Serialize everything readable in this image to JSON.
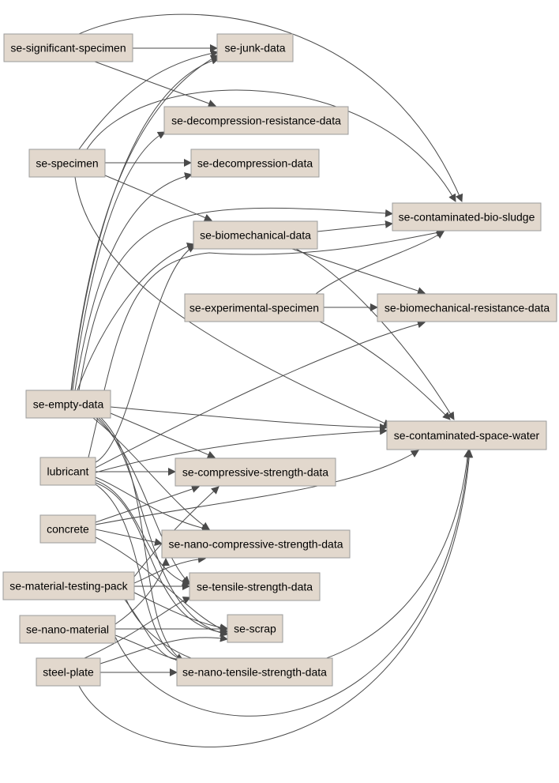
{
  "colors": {
    "node_fill": "#e2d8cd",
    "node_border": "#9b9b9b",
    "edge": "#4a4a4a",
    "background": "#ffffff"
  },
  "nodes": [
    {
      "id": "sig",
      "label": "se-significant-specimen"
    },
    {
      "id": "junk",
      "label": "se-junk-data"
    },
    {
      "id": "decres",
      "label": "se-decompression-resistance-data"
    },
    {
      "id": "spec",
      "label": "se-specimen"
    },
    {
      "id": "dec",
      "label": "se-decompression-data"
    },
    {
      "id": "bio",
      "label": "se-biomechanical-data"
    },
    {
      "id": "sludge",
      "label": "se-contaminated-bio-sludge"
    },
    {
      "id": "exp",
      "label": "se-experimental-specimen"
    },
    {
      "id": "biores",
      "label": "se-biomechanical-resistance-data"
    },
    {
      "id": "empty",
      "label": "se-empty-data"
    },
    {
      "id": "water",
      "label": "se-contaminated-space-water"
    },
    {
      "id": "lub",
      "label": "lubricant"
    },
    {
      "id": "comp",
      "label": "se-compressive-strength-data"
    },
    {
      "id": "conc",
      "label": "concrete"
    },
    {
      "id": "nanocomp",
      "label": "se-nano-compressive-strength-data"
    },
    {
      "id": "pack",
      "label": "se-material-testing-pack"
    },
    {
      "id": "tens",
      "label": "se-tensile-strength-data"
    },
    {
      "id": "nanomat",
      "label": "se-nano-material"
    },
    {
      "id": "scrap",
      "label": "se-scrap"
    },
    {
      "id": "steel",
      "label": "steel-plate"
    },
    {
      "id": "nanotens",
      "label": "se-nano-tensile-strength-data"
    }
  ],
  "edges": [
    {
      "from": "sig",
      "to": "junk"
    },
    {
      "from": "sig",
      "to": "decres"
    },
    {
      "from": "sig",
      "to": "sludge"
    },
    {
      "from": "spec",
      "to": "junk"
    },
    {
      "from": "spec",
      "to": "dec"
    },
    {
      "from": "spec",
      "to": "bio"
    },
    {
      "from": "spec",
      "to": "sludge"
    },
    {
      "from": "spec",
      "to": "water"
    },
    {
      "from": "bio",
      "to": "sludge"
    },
    {
      "from": "bio",
      "to": "biores"
    },
    {
      "from": "bio",
      "to": "water"
    },
    {
      "from": "exp",
      "to": "sludge"
    },
    {
      "from": "exp",
      "to": "biores"
    },
    {
      "from": "exp",
      "to": "water"
    },
    {
      "from": "empty",
      "to": "junk"
    },
    {
      "from": "empty",
      "to": "decres"
    },
    {
      "from": "empty",
      "to": "dec"
    },
    {
      "from": "empty",
      "to": "bio"
    },
    {
      "from": "empty",
      "to": "sludge"
    },
    {
      "from": "empty",
      "to": "water"
    },
    {
      "from": "empty",
      "to": "comp"
    },
    {
      "from": "empty",
      "to": "nanocomp"
    },
    {
      "from": "empty",
      "to": "tens"
    },
    {
      "from": "empty",
      "to": "scrap"
    },
    {
      "from": "empty",
      "to": "nanotens"
    },
    {
      "from": "empty",
      "to": "junk"
    },
    {
      "from": "lub",
      "to": "bio"
    },
    {
      "from": "lub",
      "to": "biores"
    },
    {
      "from": "lub",
      "to": "water"
    },
    {
      "from": "lub",
      "to": "comp"
    },
    {
      "from": "lub",
      "to": "nanocomp"
    },
    {
      "from": "lub",
      "to": "tens"
    },
    {
      "from": "lub",
      "to": "scrap"
    },
    {
      "from": "lub",
      "to": "nanotens"
    },
    {
      "from": "lub",
      "to": "sludge"
    },
    {
      "from": "conc",
      "to": "comp"
    },
    {
      "from": "conc",
      "to": "nanocomp"
    },
    {
      "from": "conc",
      "to": "water"
    },
    {
      "from": "conc",
      "to": "scrap"
    },
    {
      "from": "pack",
      "to": "comp"
    },
    {
      "from": "pack",
      "to": "nanocomp"
    },
    {
      "from": "pack",
      "to": "tens"
    },
    {
      "from": "pack",
      "to": "scrap"
    },
    {
      "from": "pack",
      "to": "nanotens"
    },
    {
      "from": "pack",
      "to": "water"
    },
    {
      "from": "nanomat",
      "to": "nanocomp"
    },
    {
      "from": "nanomat",
      "to": "scrap"
    },
    {
      "from": "nanomat",
      "to": "nanotens"
    },
    {
      "from": "nanomat",
      "to": "water"
    },
    {
      "from": "steel",
      "to": "tens"
    },
    {
      "from": "steel",
      "to": "scrap"
    },
    {
      "from": "steel",
      "to": "nanotens"
    },
    {
      "from": "steel",
      "to": "water"
    }
  ]
}
